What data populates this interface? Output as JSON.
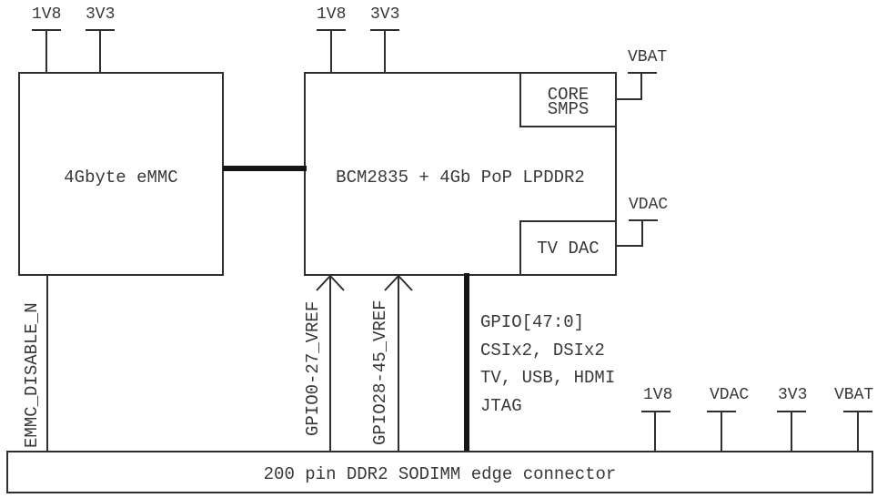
{
  "diagram": {
    "title_hint": "Compute module block diagram",
    "blocks": {
      "emmc": {
        "label": "4Gbyte eMMC"
      },
      "soc": {
        "label": "BCM2835 + 4Gb PoP LPDDR2"
      },
      "core_smps": {
        "line1": "CORE",
        "line2": "SMPS"
      },
      "tv_dac": {
        "label": "TV DAC"
      },
      "edge_connector": {
        "label": "200 pin DDR2 SODIMM edge connector"
      }
    },
    "power_rails": {
      "emmc_1v8": "1V8",
      "emmc_3v3": "3V3",
      "soc_1v8": "1V8",
      "soc_3v3": "3V3",
      "vbat_top": "VBAT",
      "vdac_top": "VDAC",
      "conn_1v8": "1V8",
      "conn_vdac": "VDAC",
      "conn_3v3": "3V3",
      "conn_vbat": "VBAT"
    },
    "signals": {
      "emmc_disable": "EMMC_DISABLE_N",
      "vref_0_27": "GPIO0-27_VREF",
      "vref_28_45": "GPIO28-45_VREF",
      "bus_lines": [
        "GPIO[47:0]",
        "CSIx2, DSIx2",
        "TV, USB, HDMI",
        "JTAG"
      ]
    },
    "colors": {
      "stroke": "#2f2f2f",
      "thick_stroke": "#161616",
      "text": "#383838",
      "background": "#ffffff"
    }
  }
}
